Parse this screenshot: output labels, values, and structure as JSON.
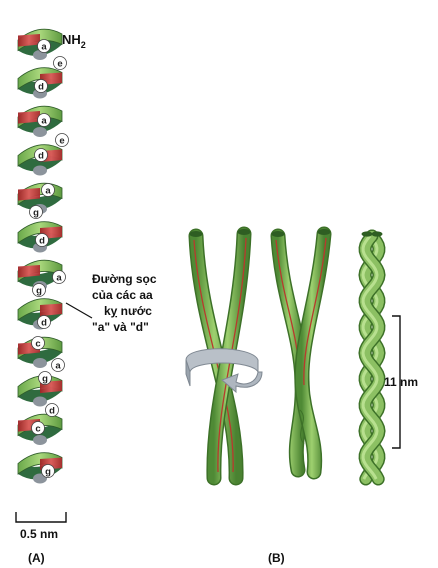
{
  "panel_a": {
    "label": "(A)",
    "terminus": "NH",
    "terminus_sub": "2",
    "residues": [
      "a",
      "e",
      "d",
      "a",
      "e",
      "d",
      "a",
      "g",
      "d",
      "a",
      "g",
      "d",
      "c",
      "a",
      "g",
      "d",
      "c",
      "g"
    ],
    "callout_lines": [
      "Đường sọc",
      "của các aa",
      "kỵ nước",
      "\"a\" và \"d\""
    ],
    "scale_label": "0.5 nm"
  },
  "panel_b": {
    "label": "(B)",
    "dimension_label": "11 nm"
  },
  "colors": {
    "helix_green": "#8cc063",
    "helix_dark": "#2f6b3f",
    "stripe_red": "#c8373a",
    "rotate_arrow": "#9aa3ad",
    "rod_green": "#7fb95a"
  }
}
